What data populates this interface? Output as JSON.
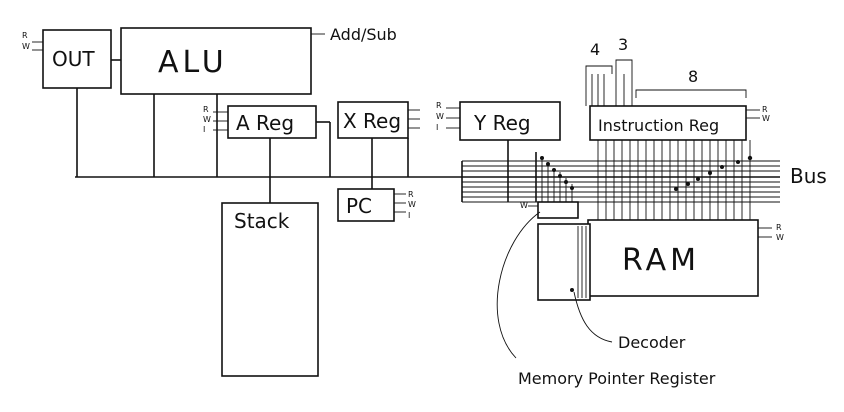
{
  "blocks": {
    "out": "OUT",
    "alu": "ALU",
    "a_reg": "A Reg",
    "x_reg": "X Reg",
    "y_reg": "Y Reg",
    "pc": "PC",
    "stack": "Stack",
    "instruction_reg": "Instruction Reg",
    "ram": "RAM"
  },
  "signals": {
    "read": "R",
    "write": "W",
    "increment": "I",
    "add_sub": "Add/Sub"
  },
  "bus_label": "Bus",
  "field_widths": {
    "opcode": "4",
    "mode": "3",
    "operand": "8"
  },
  "annotations": {
    "decoder": "Decoder",
    "memory_pointer_register": "Memory Pointer Register"
  },
  "colors": {
    "ink": "#111111",
    "paper": "#ffffff"
  }
}
